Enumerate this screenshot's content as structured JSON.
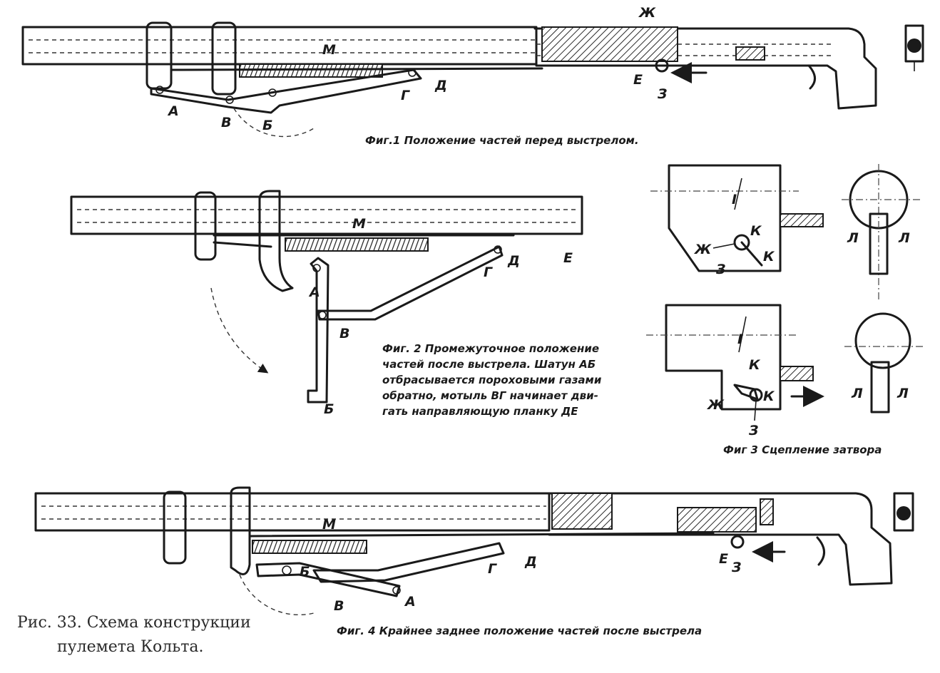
{
  "figure": {
    "title_line1": "Рис. 33. Схема конструкции",
    "title_line2": "пулемета Кольта."
  },
  "fig1": {
    "caption": "Фиг.1  Положение частей перед выстрелом.",
    "labels": {
      "A": "А",
      "B": "Б",
      "V": "В",
      "G": "Г",
      "D": "Д",
      "E": "Е",
      "Zh": "Ж",
      "Z": "З",
      "M": "М"
    }
  },
  "fig2": {
    "caption_lines": [
      "Фиг. 2  Промежуточное положение",
      "частей после выстрела. Шатун АБ",
      "отбрасывается пороховыми газами",
      "обратно, мотыль ВГ начинает дви-",
      "гать направляющую планку ДЕ"
    ],
    "labels": {
      "A": "А",
      "B": "Б",
      "V": "В",
      "G": "Г",
      "D": "Д",
      "E": "Е",
      "M": "М"
    }
  },
  "fig3": {
    "caption": "Фиг 3  Сцепление затвора",
    "labels": {
      "I": "I",
      "K": "К",
      "Zh": "Ж",
      "Z": "З",
      "L": "Л"
    }
  },
  "fig4": {
    "caption": "Фиг. 4   Крайнее  заднее положение частей после выстрела",
    "labels": {
      "A": "А",
      "B": "Б",
      "V": "В",
      "G": "Г",
      "D": "Д",
      "E": "Е",
      "Z": "З",
      "M": "М"
    }
  }
}
